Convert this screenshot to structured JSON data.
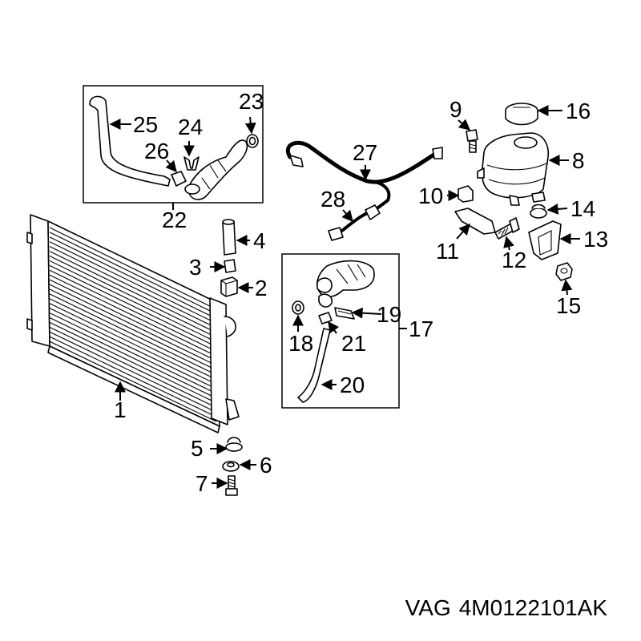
{
  "caption": {
    "brand": "VAG",
    "part_number": "4M0122101AK"
  },
  "callouts": {
    "n1": "1",
    "n2": "2",
    "n3": "3",
    "n4": "4",
    "n5": "5",
    "n6": "6",
    "n7": "7",
    "n8": "8",
    "n9": "9",
    "n10": "10",
    "n11": "11",
    "n12": "12",
    "n13": "13",
    "n14": "14",
    "n15": "15",
    "n16": "16",
    "n17": "17",
    "n18": "18",
    "n19": "19",
    "n20": "20",
    "n21": "21",
    "n22": "22",
    "n23": "23",
    "n24": "24",
    "n25": "25",
    "n26": "26",
    "n27": "27",
    "n28": "28"
  },
  "colors": {
    "line": "#000000",
    "background": "#ffffff"
  }
}
